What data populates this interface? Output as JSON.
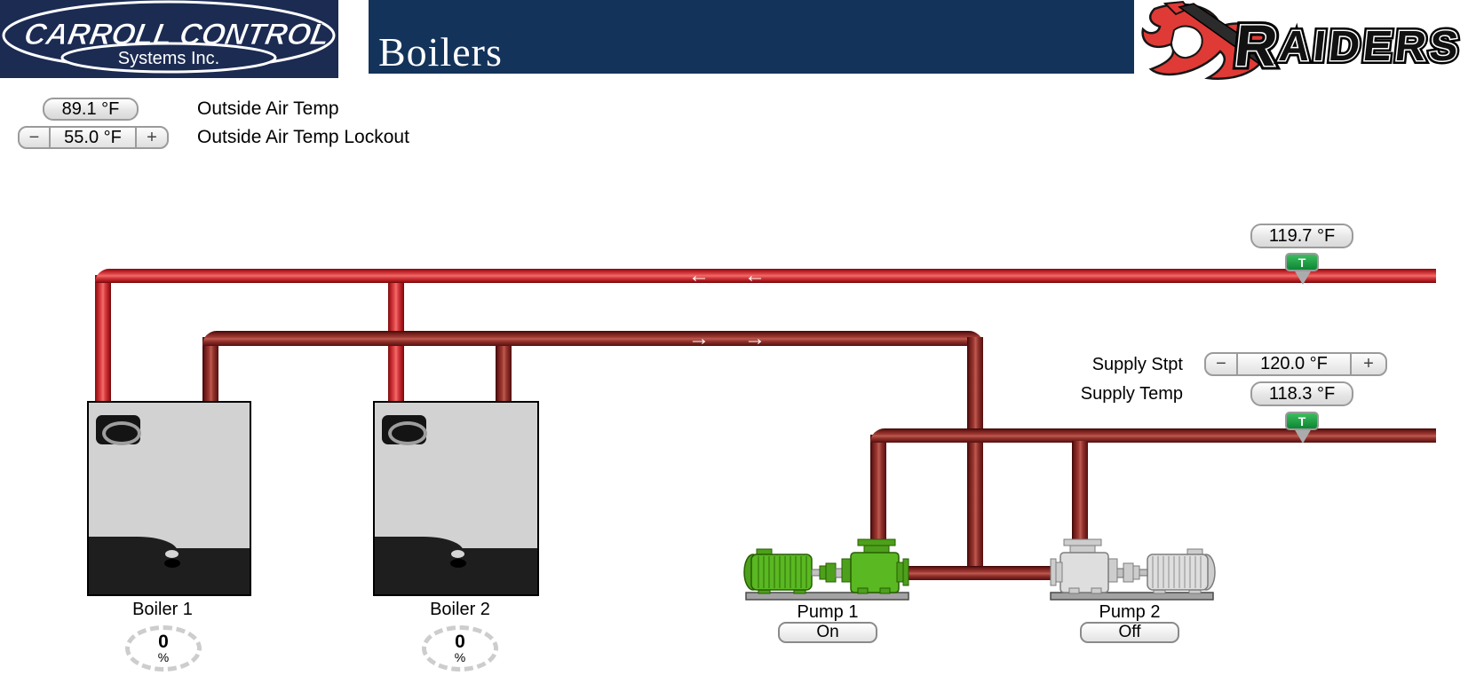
{
  "header": {
    "logo_line1": "CARROLL CONTROL",
    "logo_line2": "Systems Inc.",
    "title": "Boilers",
    "raiders_r": "R",
    "raiders_rest": "AIDERS"
  },
  "controls": {
    "outside_air_temp": {
      "value": "89.1 °F",
      "label": "Outside Air Temp"
    },
    "outside_air_lockout": {
      "value": "55.0 °F",
      "label": "Outside Air Temp Lockout",
      "minus": "−",
      "plus": "+"
    }
  },
  "supply": {
    "return_temp_value": "119.7 °F",
    "stpt_label": "Supply Stpt",
    "stpt_value": "120.0 °F",
    "stpt_minus": "−",
    "stpt_plus": "+",
    "temp_label": "Supply Temp",
    "temp_value": "118.3 °F",
    "sensor_tag": "T"
  },
  "flow_arrows": {
    "left": "←",
    "right": "→"
  },
  "boilers": [
    {
      "label": "Boiler 1",
      "firing_rate": "0",
      "unit": "%"
    },
    {
      "label": "Boiler 2",
      "firing_rate": "0",
      "unit": "%"
    }
  ],
  "pumps": [
    {
      "label": "Pump 1",
      "status": "On"
    },
    {
      "label": "Pump 2",
      "status": "Off"
    }
  ],
  "colors": {
    "header_navy": "#14335a",
    "logo_navy": "#1b2b52",
    "pipe_return_red": "#d73a3e",
    "pipe_supply_maroon": "#9e322e",
    "sensor_green": "#14963c",
    "pump_running_green": "#4da01b",
    "pump_stopped_gray": "#cdcdcd",
    "raiders_red": "#e03a36"
  }
}
